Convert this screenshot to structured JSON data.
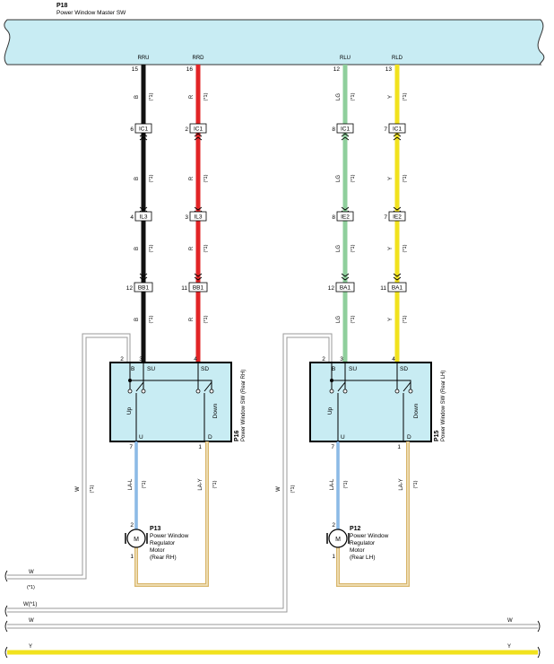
{
  "master": {
    "code": "P18",
    "name": "Power Window Master SW"
  },
  "terminals": [
    {
      "signal": "RRU",
      "pin": "15",
      "color_code": "B"
    },
    {
      "signal": "RRD",
      "pin": "16",
      "color_code": "R"
    },
    {
      "signal": "RLU",
      "pin": "12",
      "color_code": "LG"
    },
    {
      "signal": "RLD",
      "pin": "13",
      "color_code": "Y"
    }
  ],
  "connectors": {
    "c1": [
      {
        "pin": "6",
        "name": "IC1"
      },
      {
        "pin": "2",
        "name": "IC1"
      },
      {
        "pin": "8",
        "name": "IC1"
      },
      {
        "pin": "7",
        "name": "IC1"
      }
    ],
    "c2": [
      {
        "pin": "4",
        "name": "IL3"
      },
      {
        "pin": "3",
        "name": "IL3"
      },
      {
        "pin": "8",
        "name": "IE2"
      },
      {
        "pin": "7",
        "name": "IE2"
      }
    ],
    "c3": [
      {
        "pin": "12",
        "name": "BB1"
      },
      {
        "pin": "11",
        "name": "BB1"
      },
      {
        "pin": "12",
        "name": "BA1"
      },
      {
        "pin": "11",
        "name": "BA1"
      }
    ]
  },
  "mark": "(*1)",
  "switches": [
    {
      "code": "P16",
      "name": "Power Window SW (Rear RH)",
      "pin_b": "2",
      "pin_su": "3",
      "pin_sd": "4",
      "pin_u": "7",
      "pin_d": "1",
      "b": "B",
      "su": "SU",
      "sd": "SD",
      "u": "U",
      "d": "D",
      "up": "Up",
      "down": "Down",
      "wire_u": "LA-L",
      "wire_d": "LA-Y",
      "wire_side": "W"
    },
    {
      "code": "P15",
      "name": "Power Window SW (Rear LH)",
      "pin_b": "2",
      "pin_su": "3",
      "pin_sd": "4",
      "pin_u": "7",
      "pin_d": "1",
      "b": "B",
      "su": "SU",
      "sd": "SD",
      "u": "U",
      "d": "D",
      "up": "Up",
      "down": "Down",
      "wire_u": "LA-L",
      "wire_d": "LA-Y",
      "wire_side": "W"
    }
  ],
  "motors": [
    {
      "code": "P13",
      "line1": "Power Window",
      "line2": "Regulator",
      "line3": "Motor",
      "line4": "(Rear RH)",
      "pin_top": "2",
      "pin_bot": "1",
      "symbol": "M"
    },
    {
      "code": "P12",
      "line1": "Power Window",
      "line2": "Regulator",
      "line3": "Motor",
      "line4": "(Rear LH)",
      "pin_top": "2",
      "pin_bot": "1",
      "symbol": "M"
    }
  ],
  "bus": {
    "w1": "W",
    "w1_mark": "(*1)",
    "w2": "W(*1)",
    "w3": "W",
    "y": "Y"
  },
  "colors": {
    "master_fill": "#c8ecf3",
    "B": "#111111",
    "R": "#e22426",
    "LG": "#8fcf9c",
    "Y": "#f1e21e",
    "L": "#4a90d6",
    "LA_Y": "#d8b56a",
    "W": "#9a9a9a"
  }
}
